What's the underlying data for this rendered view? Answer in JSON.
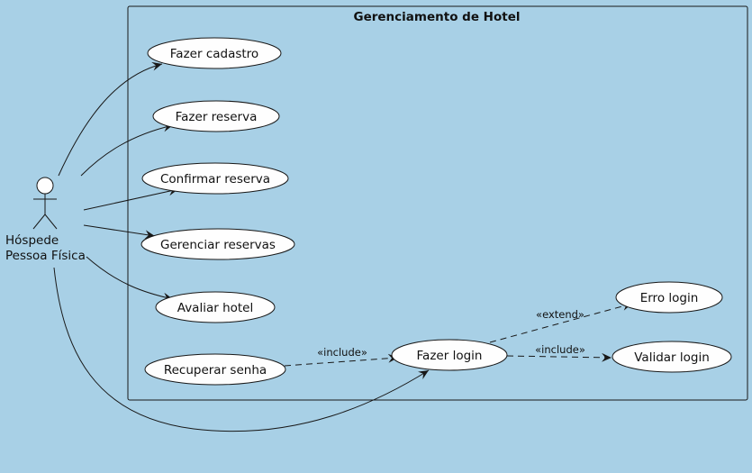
{
  "system": {
    "title": "Gerenciamento de Hotel"
  },
  "actor": {
    "line1": "Hóspede",
    "line2": "Pessoa Física"
  },
  "use_cases": {
    "fazer_cadastro": "Fazer cadastro",
    "fazer_reserva": "Fazer reserva",
    "confirmar_reserva": "Confirmar reserva",
    "gerenciar_reservas": "Gerenciar reservas",
    "avaliar_hotel": "Avaliar hotel",
    "recuperar_senha": "Recuperar senha",
    "fazer_login": "Fazer login",
    "erro_login": "Erro login",
    "validar_login": "Validar login"
  },
  "relations": {
    "include_recuperar": "«include»",
    "extend_erro": "«extend»",
    "include_validar": "«include»"
  },
  "colors": {
    "background": "#a8d0e6",
    "use_case_fill": "#fefefe",
    "stroke": "#181818"
  }
}
